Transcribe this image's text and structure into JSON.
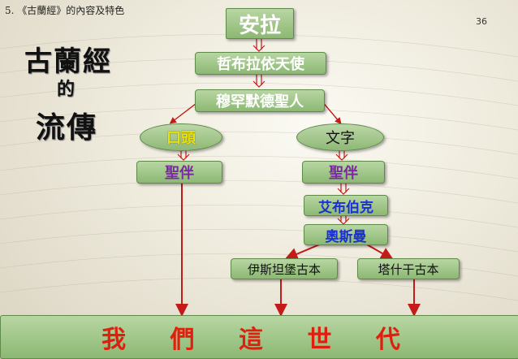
{
  "slide": {
    "header": "5. 《古蘭經》的內容及特色",
    "page_number": "36",
    "side_title": {
      "line1": "古蘭經",
      "line2": "的",
      "line3": "流傳"
    }
  },
  "flow": {
    "top": "安拉",
    "step1": "哲布拉依天使",
    "step2": "穆罕默德聖人",
    "branch_oral": "口頭",
    "branch_written": "文字",
    "companions_oral": "聖伴",
    "companions_written": "聖伴",
    "abubakr": "艾布伯克",
    "uthman": "奧斯曼",
    "istanbul_copy": "伊斯坦堡古本",
    "tashkent_copy": "塔什干古本",
    "bottom": "我 們 這 世 代"
  },
  "colors": {
    "box_green": "#8cb873",
    "oral_text": "#e8e20c",
    "companion_text": "#7a2aa0",
    "caliph_text": "#1b2fd6",
    "bottom_text": "#e0200f",
    "arrow_red": "#c41a1a"
  }
}
